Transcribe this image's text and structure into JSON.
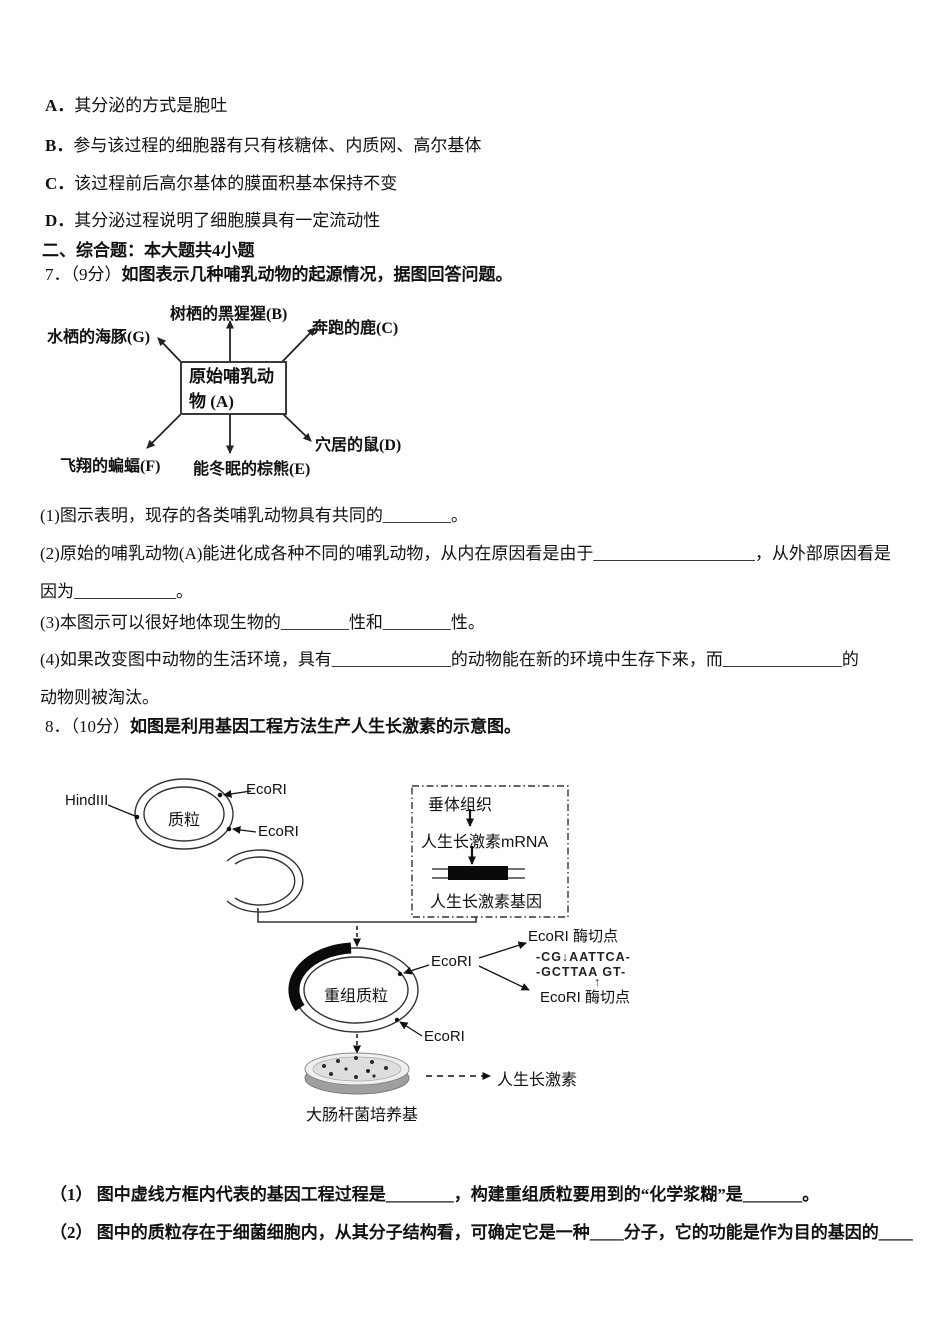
{
  "options": [
    {
      "label": "A．",
      "text": "其分泌的方式是胞吐"
    },
    {
      "label": "B．",
      "text": "参与该过程的细胞器有只有核糖体、内质网、高尔基体"
    },
    {
      "label": "C．",
      "text": "该过程前后高尔基体的膜面积基本保持不变"
    },
    {
      "label": "D．",
      "text": "其分泌过程说明了细胞膜具有一定流动性"
    }
  ],
  "section_header": "二、综合题：本大题共4小题",
  "q7": {
    "prefix": "7．（9分）",
    "intro": "如图表示几种哺乳动物的起源情况，据图回答问题。",
    "diagram": {
      "box_line1": "原始哺乳动",
      "box_line2": "物 (A)",
      "label_b": "树栖的黑猩猩(B)",
      "label_c": "奔跑的鹿(C)",
      "label_g": "水栖的海豚(G)",
      "label_d": "穴居的鼠(D)",
      "label_e": "能冬眠的棕熊(E)",
      "label_f": "飞翔的蝙蝠(F)"
    },
    "blanks": [
      "(1)图示表明，现存的各类哺乳动物具有共同的________。",
      "(2)原始的哺乳动物(A)能进化成各种不同的哺乳动物，从内在原因看是由于___________________，从外部原因看是",
      "因为____________。",
      "(3)本图示可以很好地体现生物的________性和________性。",
      "(4)如果改变图中动物的生活环境，具有______________的动物能在新的环境中生存下来，而______________的",
      "动物则被淘汰。"
    ]
  },
  "q8": {
    "prefix": "8．（10分）",
    "intro": "如图是利用基因工程方法生产人生长激素的示意图。",
    "diagram": {
      "hindiii": "HindIII",
      "ecori": "EcoRI",
      "plasmid": "质粒",
      "pituitary": "垂体组织",
      "mrna": "人生长激素mRNA",
      "gene": "人生长激素基因",
      "recombinant": "重组质粒",
      "site": "酶切点",
      "seq_top": "-CG↓AATTCA-",
      "seq_bottom": "-GCTTAA GT-",
      "up_arrow": "↑",
      "medium": "大肠杆菌培养基",
      "hormone": "人生长激素"
    },
    "questions": [
      "（1） 图中虚线方框内代表的基因工程过程是________，构建重组质粒要用到的“化学浆糊”是_______。",
      "（2） 图中的质粒存在于细菌细胞内，从其分子结构看，可确定它是一种____分子，它的功能是作为目的基因的____"
    ]
  }
}
